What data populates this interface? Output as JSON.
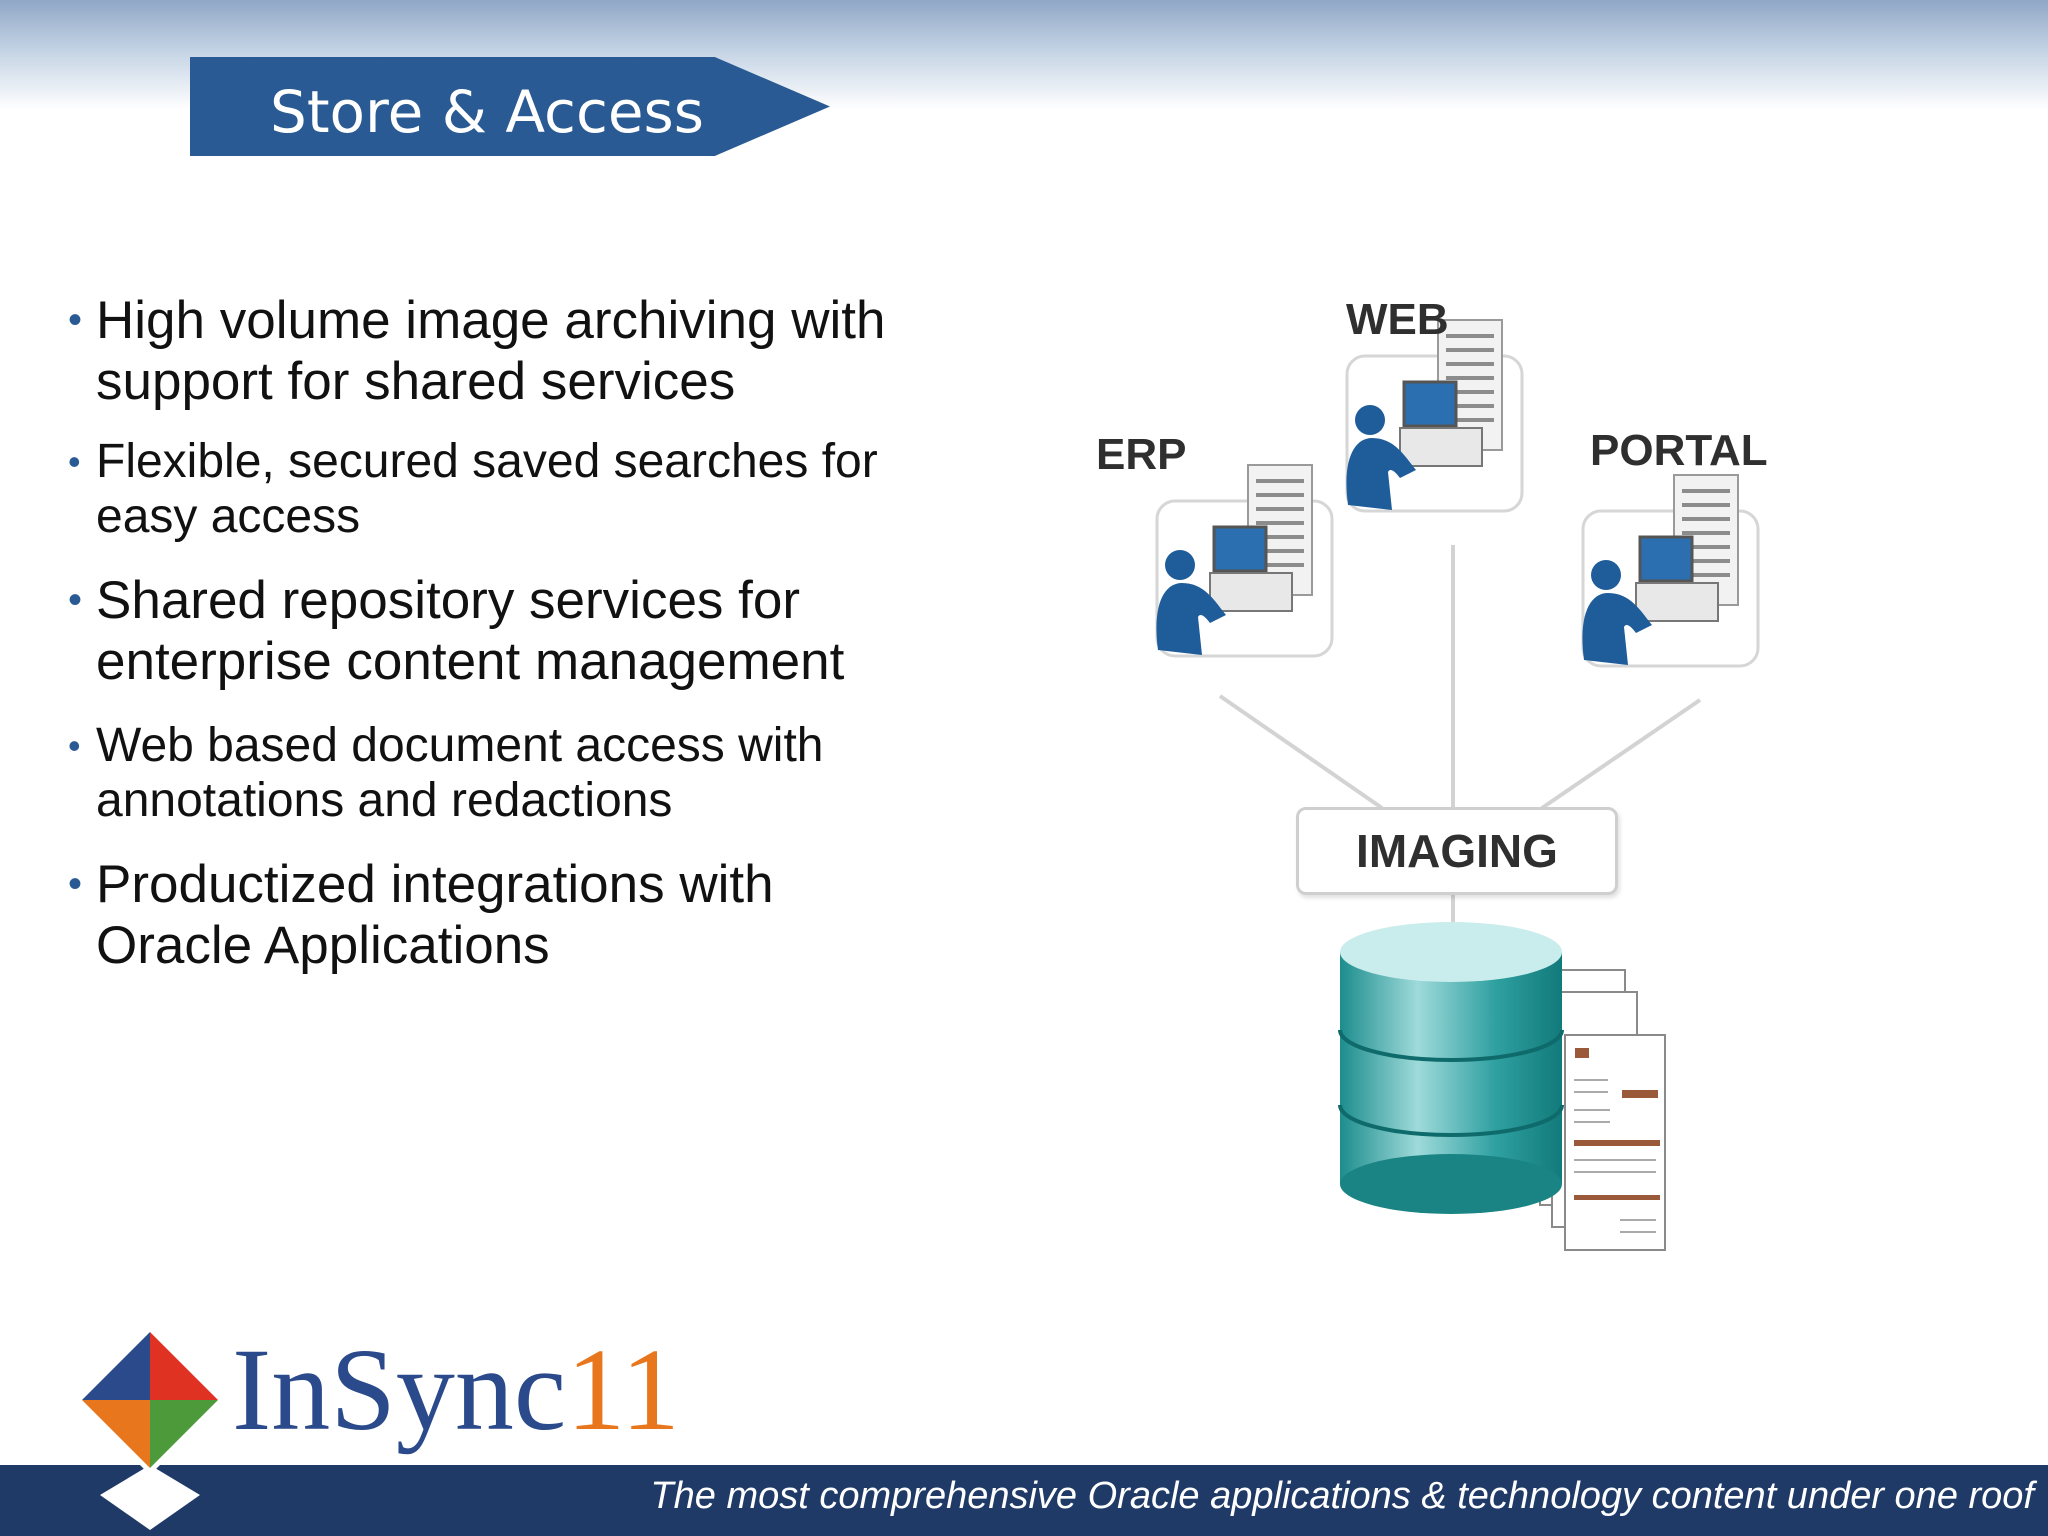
{
  "slide": {
    "title": "Store & Access",
    "bullets": [
      {
        "line1": "High volume image archiving with",
        "line2": "support for shared services"
      },
      {
        "line1": "Flexible, secured saved searches for",
        "line2": "easy access"
      },
      {
        "line1": "Shared repository services for",
        "line2": "enterprise content management"
      },
      {
        "line1": "Web based document access with",
        "line2": "annotations and redactions"
      },
      {
        "line1": "Productized integrations with",
        "line2": "Oracle Applications"
      }
    ],
    "bullet_glyph": "•"
  },
  "diagram": {
    "nodes": {
      "web": "WEB",
      "erp": "ERP",
      "portal": "PORTAL",
      "hub": "IMAGING"
    },
    "icons": [
      "user-at-computer-icon",
      "database-icon",
      "document-stack-icon"
    ],
    "colors": {
      "person": "#1f5d9a",
      "database": "#3aa6a6",
      "connector": "#d3d3d3"
    }
  },
  "footer": {
    "tagline": "The most comprehensive Oracle applications & technology content under one roof",
    "logo_brand": "InSync",
    "logo_number": "11"
  },
  "colors": {
    "banner": "#2a5a94",
    "footer_bar": "#1f3a67",
    "logo_blue": "#2b4a8b",
    "logo_orange": "#e8761c"
  }
}
